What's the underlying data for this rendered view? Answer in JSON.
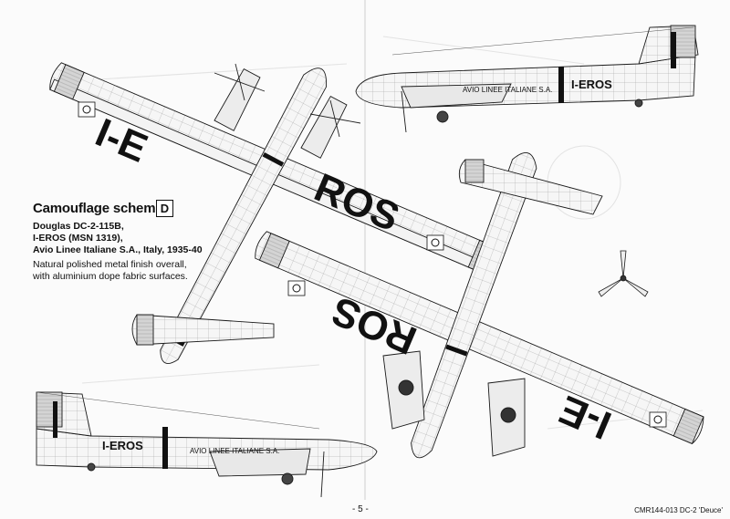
{
  "scheme": {
    "title": "Camouflage scheme",
    "badge": "D"
  },
  "aircraft_lines": [
    "Douglas DC-2-115B,",
    "I-EROS (MSN 1319),",
    "Avio Linee Italiane S.A., Italy, 1935-40"
  ],
  "finish_lines": [
    "Natural polished metal finish overall,",
    "with aluminium dope fabric surfaces."
  ],
  "markings": {
    "registration": "I-EROS",
    "wing_top_left": "I-E",
    "wing_top_right": "ROS",
    "wing_bottom_left": "ROS",
    "wing_bottom_right": "I-E",
    "fuselage_titles": "AVIO LINEE ITALIANE S.A."
  },
  "footer": {
    "page_number": "- 5 -",
    "catalog": "CMR144-013 DC-2 'Deuce'"
  },
  "colors": {
    "line": "#1a1a1a",
    "metal": "#f2f2f2",
    "fabric": "#d0d0d0",
    "black": "#111111"
  }
}
